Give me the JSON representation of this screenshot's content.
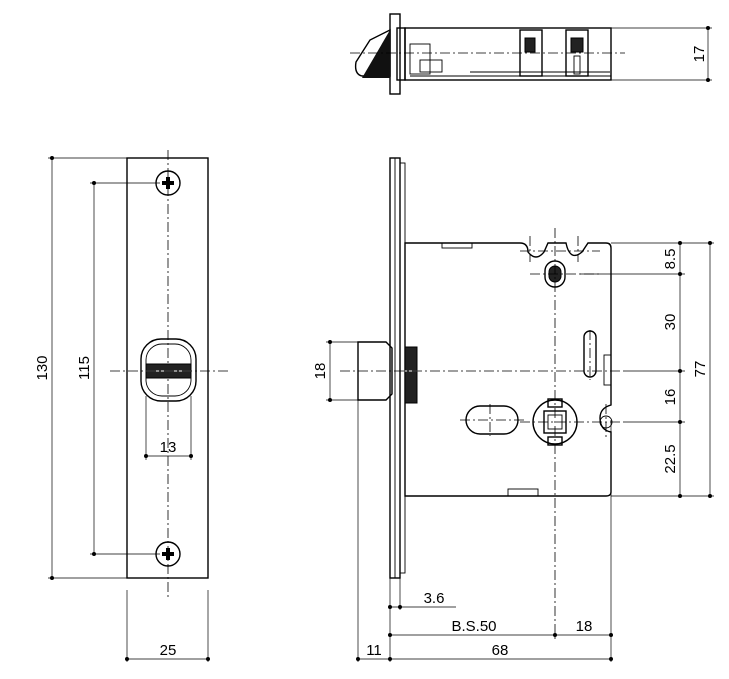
{
  "dimensions": {
    "top_view_depth": "17",
    "faceplate_height": "130",
    "screw_pitch": "115",
    "latch_width": "13",
    "faceplate_width": "25",
    "latch_height": "18",
    "dim_8_5": "8.5",
    "dim_30": "30",
    "dim_16": "16",
    "dim_22_5": "22.5",
    "case_height": "77",
    "dim_3_6": "3.6",
    "backset": "B.S.50",
    "dim_18_bottom": "18",
    "latch_projection": "11",
    "case_width": "68"
  }
}
